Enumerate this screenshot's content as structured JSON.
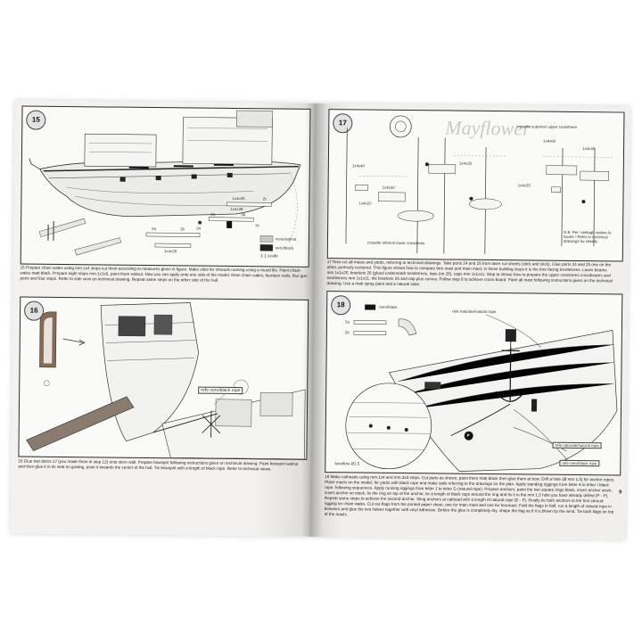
{
  "left_page": {
    "step15": {
      "number": "15",
      "scale_note": "1:1 scale",
      "legend_walnut": "noce/walnut",
      "legend_black": "nero/black",
      "dims": [
        "1x4x35",
        "1x4x28",
        "24",
        "2a",
        "2b",
        "2c",
        "3a",
        "3b",
        "3c",
        "1x4x38"
      ],
      "instructions": "15 Prepare chain wales using mm.1x4 strips cut them according to measures given in figure. Make slots for shrouds running using a round file. Paint chain-wales matt black. Prepare eight stops mm.1x1x5, paint them walnut. Now you can apply onto one side of the model: three chain wales, fourteen nails, four gun ports and four stops. Refer to side view on technical drawing. Repeat same steps on the other side of the hull."
    },
    "step16": {
      "number": "16",
      "rope_label": "refe nero/black rope",
      "instructions": "16 Glue two doors 17 (you made them in step 12) onto stern wall. Prepare bowsprit following instructions given on technical drawing. Paint bowsprit walnut and then glue it in its seat on grating, point it towards the center of the hull. Tie bowsprit with a length of black rope. Refer to technical views."
    }
  },
  "right_page": {
    "step17": {
      "number": "17",
      "watermark": "Mayflower",
      "label_upper": "crosette superiori upper crosstrees",
      "label_lower": "crosette inferiori lower crosstrees",
      "note": "N.B. Per i dettagli vedere le tavole / Refer to technical drawings for details",
      "dims": [
        "1x4x60",
        "1x4x45",
        "1x4x40",
        "1x4x35",
        "1x4x30",
        "1x4x20",
        "1x4x25"
      ],
      "instructions": "17 Now cut all masts and yards, referring to technical drawings. Take ports 24 and 25 from laser cut sheets (stick and stick). Glue ports 24 and 25 one on the other, perfectly centered. This figure shows how to compare fore mast and main mast; in these building steps it is the fore facing trestletrees. Lower beams mm.1x1x20, brackets 26 (glued underneath trestletrees, tops (on 26), caps mm 1x1x11. Stop to shows how to prepare the upper crosstrees crossbeams and trestletrees mm 1x1x11, the brackets 26 and cap plus curves. Follow step 9 to achieve cross-board. Paint all mast following instructions given on the technical drawing. Use a matt spray paint and a natural stain."
    },
    "step18": {
      "number": "18",
      "legend_black": "nero/black",
      "legend_2a": "2a",
      "legend_2b": "2b",
      "rope_label_top": "refe naturale/natural rope",
      "rope_natural": "refe naturale/natural rope",
      "rope_black": "refe nero/black rope",
      "detail_label": "fanalfore Ø1,5",
      "marker": "P",
      "page_number": "9",
      "instructions": "18 Make catheads using mm.1x4 and mm.3x3 strips. Cut parts as shown, paint them matt black then glue them at bow. Drill a hole (Ø mm 1,5) for anchor ropes. Place masts on the model, for yards with black rope and make sails referring to the drawings on the plan. Apply standing riggings from letter A to letter I black rope, following sequences. Apply running riggings from letter J to letter G (natural rope). Prepare anchors: paint the two square rings black, insert anchor stock, insert anchor on stock, fix the ring on top of the anchor, tie a length of black rope around the ring and fix it in the mm 1,5 hole you have already drilled (P - P). Repeat same steps to achieve the second anchor. Sling anchors at cathead with a length of natural rope (E - F). Finally tie both anchors to the first shroud rigging on chain wales. Cut out flags from the printed paper sheet, one for main mast and one for foremast. Fold the flags in half, run a length of natural rope in between and glue the two halves together with vinyl adhesive. Before the glue is completely dry, shape the flag as if it is blown by the wind. Tie both flags on top of the masts."
    }
  }
}
